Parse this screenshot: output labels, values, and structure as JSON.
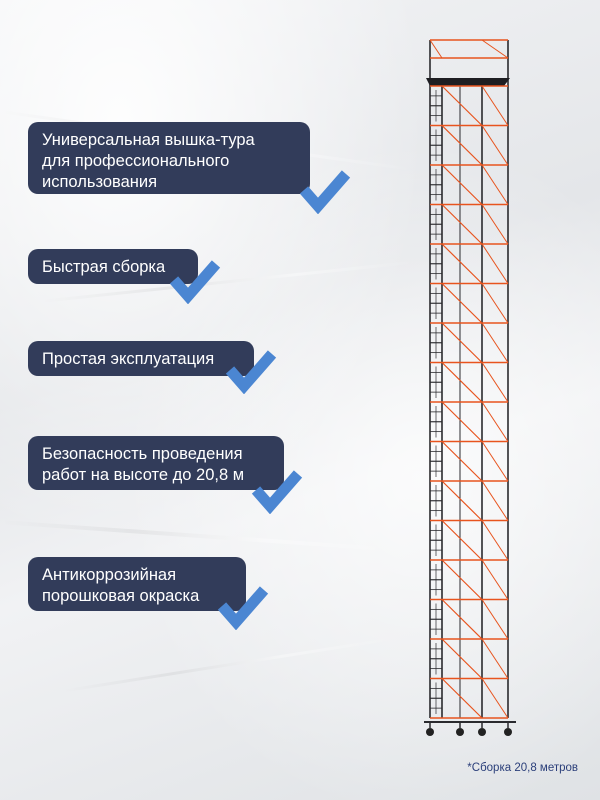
{
  "features": [
    {
      "text": "Универсальная вышка-тура\nдля профессионального\nиспользования"
    },
    {
      "text": "Быстрая сборка"
    },
    {
      "text": "Простая эксплуатация"
    },
    {
      "text": "Безопасность проведения\nработ на высоте до 20,8 м"
    },
    {
      "text": "Антикоррозийная\nпорошковая окраска"
    }
  ],
  "footnote": "*Сборка 20,8 метров",
  "colors": {
    "label_bg": "#323c5a",
    "check": "#4b86d2",
    "frame_dark": "#2a2a2e",
    "brace_orange": "#e8541e",
    "footnote": "#2b3f7a"
  },
  "icons": {
    "check": "check-mark-icon"
  }
}
